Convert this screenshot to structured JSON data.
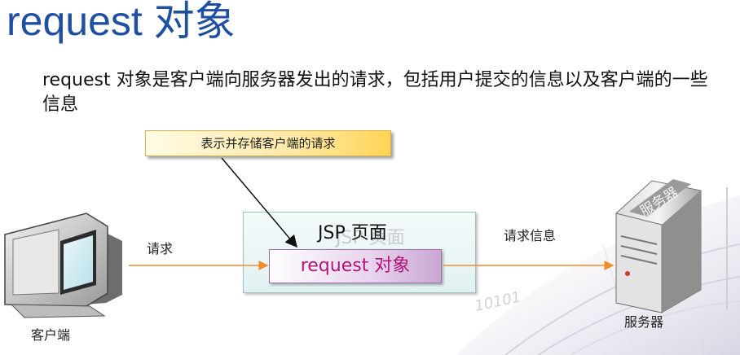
{
  "slide": {
    "title": "request  对象",
    "description": "request 对象是客户端向服务器发出的请求，包括用户提交的信息以及客户端的一些信息"
  },
  "diagram": {
    "callout": "表示并存储客户端的请求",
    "jsp_page_title": "JSP  页面",
    "jsp_page_title_shadow": "JSP 页面",
    "request_object": "request  对象",
    "arrow_request_label": "请求",
    "arrow_info_label": "请求信息",
    "client_label": "客户端",
    "server_label": "服务器",
    "server_box_text": "服务器",
    "background_binary": "10101",
    "colors": {
      "title": "#1f4fa1",
      "arrow": "#f28c28",
      "request_object_text": "#b3147a"
    }
  }
}
